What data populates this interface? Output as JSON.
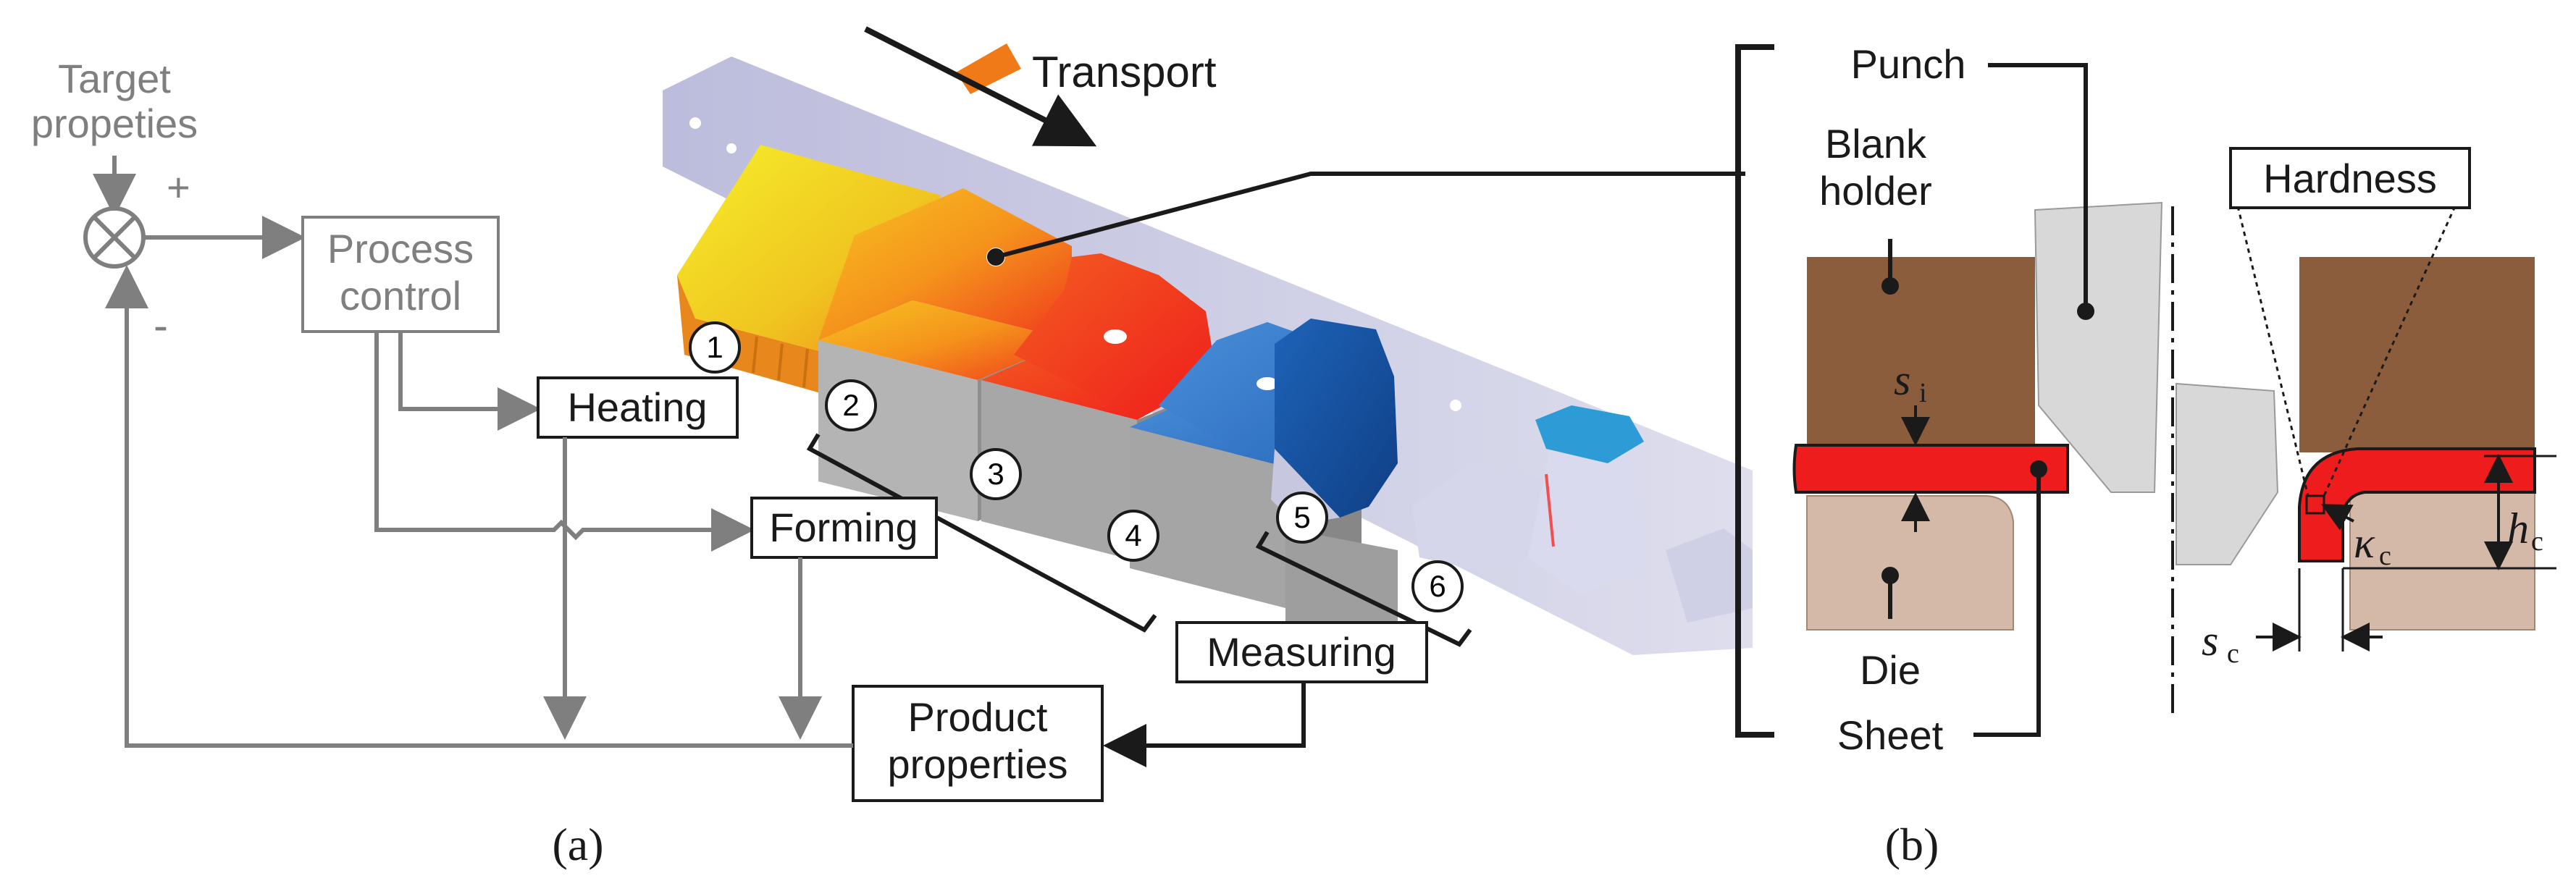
{
  "panel_a": {
    "caption": "(a)",
    "target_properties": "Target propeties",
    "plus_sign": "+",
    "minus_sign": "-",
    "process_control": "Process control",
    "heating": "Heating",
    "forming": "Forming",
    "measuring": "Measuring",
    "product_properties": "Product properties",
    "transport": "Transport",
    "stations": [
      "1",
      "2",
      "3",
      "4",
      "5",
      "6"
    ],
    "colors": {
      "gray_line": "#7f7f7f",
      "black_line": "#1a1a1a",
      "strip": "#a9a9cf",
      "yellow": "#e9e322",
      "orange": "#f5a019",
      "red": "#f02a1e",
      "blue": "#3d7fce",
      "dark_blue": "#144f9e",
      "die_gray": "#a9a9a9"
    }
  },
  "panel_b": {
    "caption": "(b)",
    "punch": "Punch",
    "blank_holder": "Blank holder",
    "die": "Die",
    "sheet": "Sheet",
    "hardness": "Hardness",
    "s_i": {
      "main": "s",
      "sub": "i"
    },
    "s_c": {
      "main": "s",
      "sub": "c"
    },
    "kappa_c": {
      "main": "κ",
      "sub": "c"
    },
    "h_c": {
      "main": "h",
      "sub": "c"
    },
    "colors": {
      "blank_holder": "#8b5d3c",
      "die": "#d4b8a8",
      "sheet": "#ee1c1c",
      "punch": "#d8d8d8"
    }
  }
}
